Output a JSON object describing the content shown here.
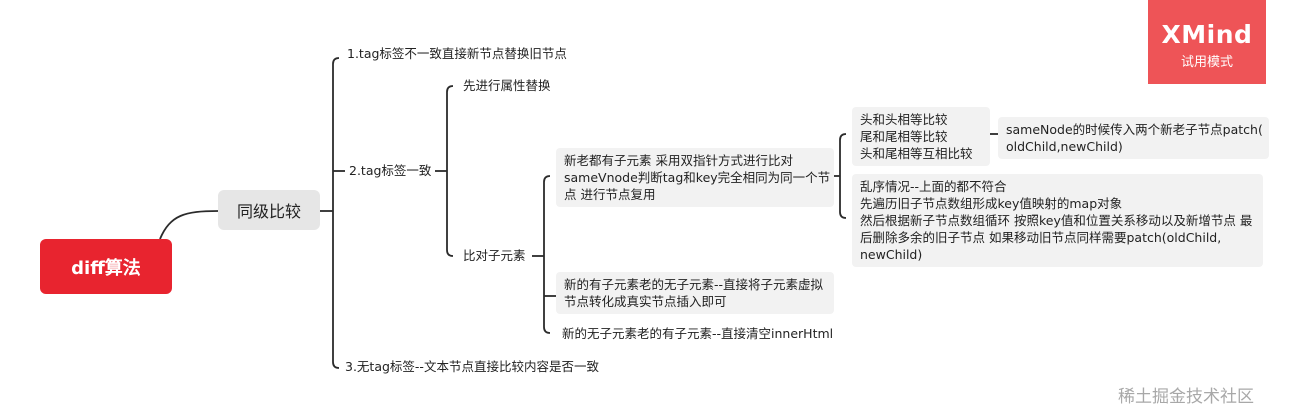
{
  "root": {
    "label": "diff算法"
  },
  "level1": {
    "label": "同级比较"
  },
  "branches": {
    "b1": "1.tag标签不一致直接新节点替换旧节点",
    "b2": "2.tag标签一致",
    "b3": "3.无tag标签--文本节点直接比较内容是否一致"
  },
  "b2_children": {
    "attr": "先进行属性替换",
    "children": "比对子元素"
  },
  "compare_children": {
    "both": {
      "line1": "新老都有子元素 采用双指针方式进行比对",
      "line2": "sameVnode判断tag和key完全相同为同一个节",
      "line3": "点 进行节点复用"
    },
    "new_only": {
      "line1": "新的有子元素老的无子元素--直接将子元素虚拟",
      "line2": "节点转化成真实节点插入即可"
    },
    "old_only": "新的无子元素老的有子元素--直接清空innerHtml"
  },
  "double_pointer": {
    "head_tail": {
      "line1": "头和头相等比较",
      "line2": "尾和尾相等比较",
      "line3": "头和尾相等互相比较"
    },
    "same_node": {
      "line1": "sameNode的时候传入两个新老子节点patch(",
      "line2": "oldChild,newChild)"
    },
    "unordered": {
      "line1": "乱序情况--上面的都不符合",
      "line2": "先遍历旧子节点数组形成key值映射的map对象",
      "line3": "然后根据新子节点数组循环  按照key值和位置关系移动以及新增节点 最",
      "line4": "后删除多余的旧子节点 如果移动旧节点同样需要patch(oldChild,",
      "line5": "newChild)"
    }
  },
  "badge": {
    "title": "XMind",
    "subtitle": "试用模式"
  },
  "watermark": "稀土掘金技术社区",
  "colors": {
    "root": "#e8242f",
    "badge": "#ee5457",
    "connector": "#2b2b2b"
  }
}
